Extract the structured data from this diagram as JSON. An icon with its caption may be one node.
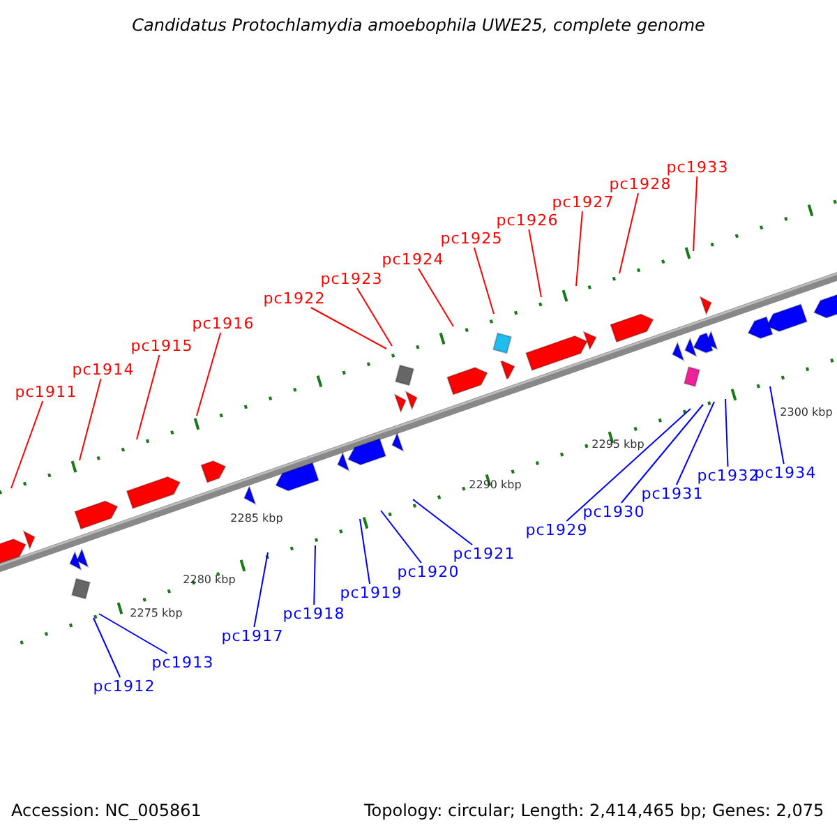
{
  "diagram": {
    "title": "Candidatus Protochlamydia amoebophila UWE25, complete genome",
    "nodes": [
      {
        "text": [
          "pc1911"
        ]
      },
      {
        "text": [
          "pc1914"
        ]
      },
      {
        "text": [
          "pc1915"
        ]
      },
      {
        "text": [
          "pc1916"
        ]
      },
      {
        "text": [
          "pc1922"
        ]
      },
      {
        "text": [
          "pc1923"
        ]
      },
      {
        "text": [
          "pc1924"
        ]
      },
      {
        "text": [
          "pc1925"
        ]
      },
      {
        "text": [
          "pc1926"
        ]
      },
      {
        "text": [
          "pc1927"
        ]
      },
      {
        "text": [
          "pc1928"
        ]
      },
      {
        "text": [
          "pc1933"
        ]
      },
      {
        "text": [
          "pc1912"
        ]
      },
      {
        "text": [
          "pc1913"
        ]
      },
      {
        "text": [
          "pc1917"
        ]
      },
      {
        "text": [
          "pc1918"
        ]
      },
      {
        "text": [
          "pc1919"
        ]
      },
      {
        "text": [
          "pc1920"
        ]
      },
      {
        "text": [
          "pc1921"
        ]
      },
      {
        "text": [
          "pc1929"
        ]
      },
      {
        "text": [
          "pc1930"
        ]
      },
      {
        "text": [
          "pc1931"
        ]
      },
      {
        "text": [
          "pc1932"
        ]
      },
      {
        "text": [
          "pc1934"
        ]
      }
    ],
    "edges": [
      {
        "from": 0,
        "to": null,
        "arrow": "none"
      },
      {
        "from": 1,
        "to": null,
        "arrow": "none"
      },
      {
        "from": 2,
        "to": null,
        "arrow": "none"
      },
      {
        "from": 3,
        "to": null,
        "arrow": "none"
      },
      {
        "from": 4,
        "to": null,
        "arrow": "none"
      },
      {
        "from": 5,
        "to": null,
        "arrow": "none"
      },
      {
        "from": 6,
        "to": null,
        "arrow": "none"
      },
      {
        "from": 7,
        "to": null,
        "arrow": "none"
      },
      {
        "from": 8,
        "to": null,
        "arrow": "none"
      },
      {
        "from": 9,
        "to": null,
        "arrow": "none"
      },
      {
        "from": 10,
        "to": null,
        "arrow": "none"
      },
      {
        "from": 11,
        "to": null,
        "arrow": "none"
      },
      {
        "from": 12,
        "to": null,
        "arrow": "none",
        "color": "#0000ff"
      },
      {
        "from": 13,
        "to": null,
        "arrow": "none",
        "color": "#0000ff"
      },
      {
        "from": 14,
        "to": null,
        "arrow": "none",
        "color": "#0000ff"
      },
      {
        "from": 15,
        "to": null,
        "arrow": "none",
        "color": "#0000ff"
      },
      {
        "from": 16,
        "to": null,
        "arrow": "none",
        "color": "#0000ff"
      },
      {
        "from": 17,
        "to": null,
        "arrow": "none",
        "color": "#0000ff"
      },
      {
        "from": 18,
        "to": null,
        "arrow": "none",
        "color": "#0000ff"
      },
      {
        "from": 19,
        "to": null,
        "arrow": "none",
        "color": "#0000ff"
      },
      {
        "from": 20,
        "to": null,
        "arrow": "none",
        "color": "#0000ff"
      },
      {
        "from": 21,
        "to": null,
        "arrow": "none",
        "color": "#0000ff"
      },
      {
        "from": 22,
        "to": null,
        "arrow": "none",
        "color": "#0000ff"
      },
      {
        "from": 23,
        "to": null,
        "arrow": "none",
        "color": "#0000ff"
      }
    ],
    "labels": [
      "2275 kbp",
      "2280 kbp",
      "2285 kbp",
      "2290 kbp",
      "2295 kbp",
      "2300 kbp",
      "Accession: NC_005861",
      "Topology: circular; Length: 2,414,465 bp; Genes: 2,075"
    ]
  }
}
